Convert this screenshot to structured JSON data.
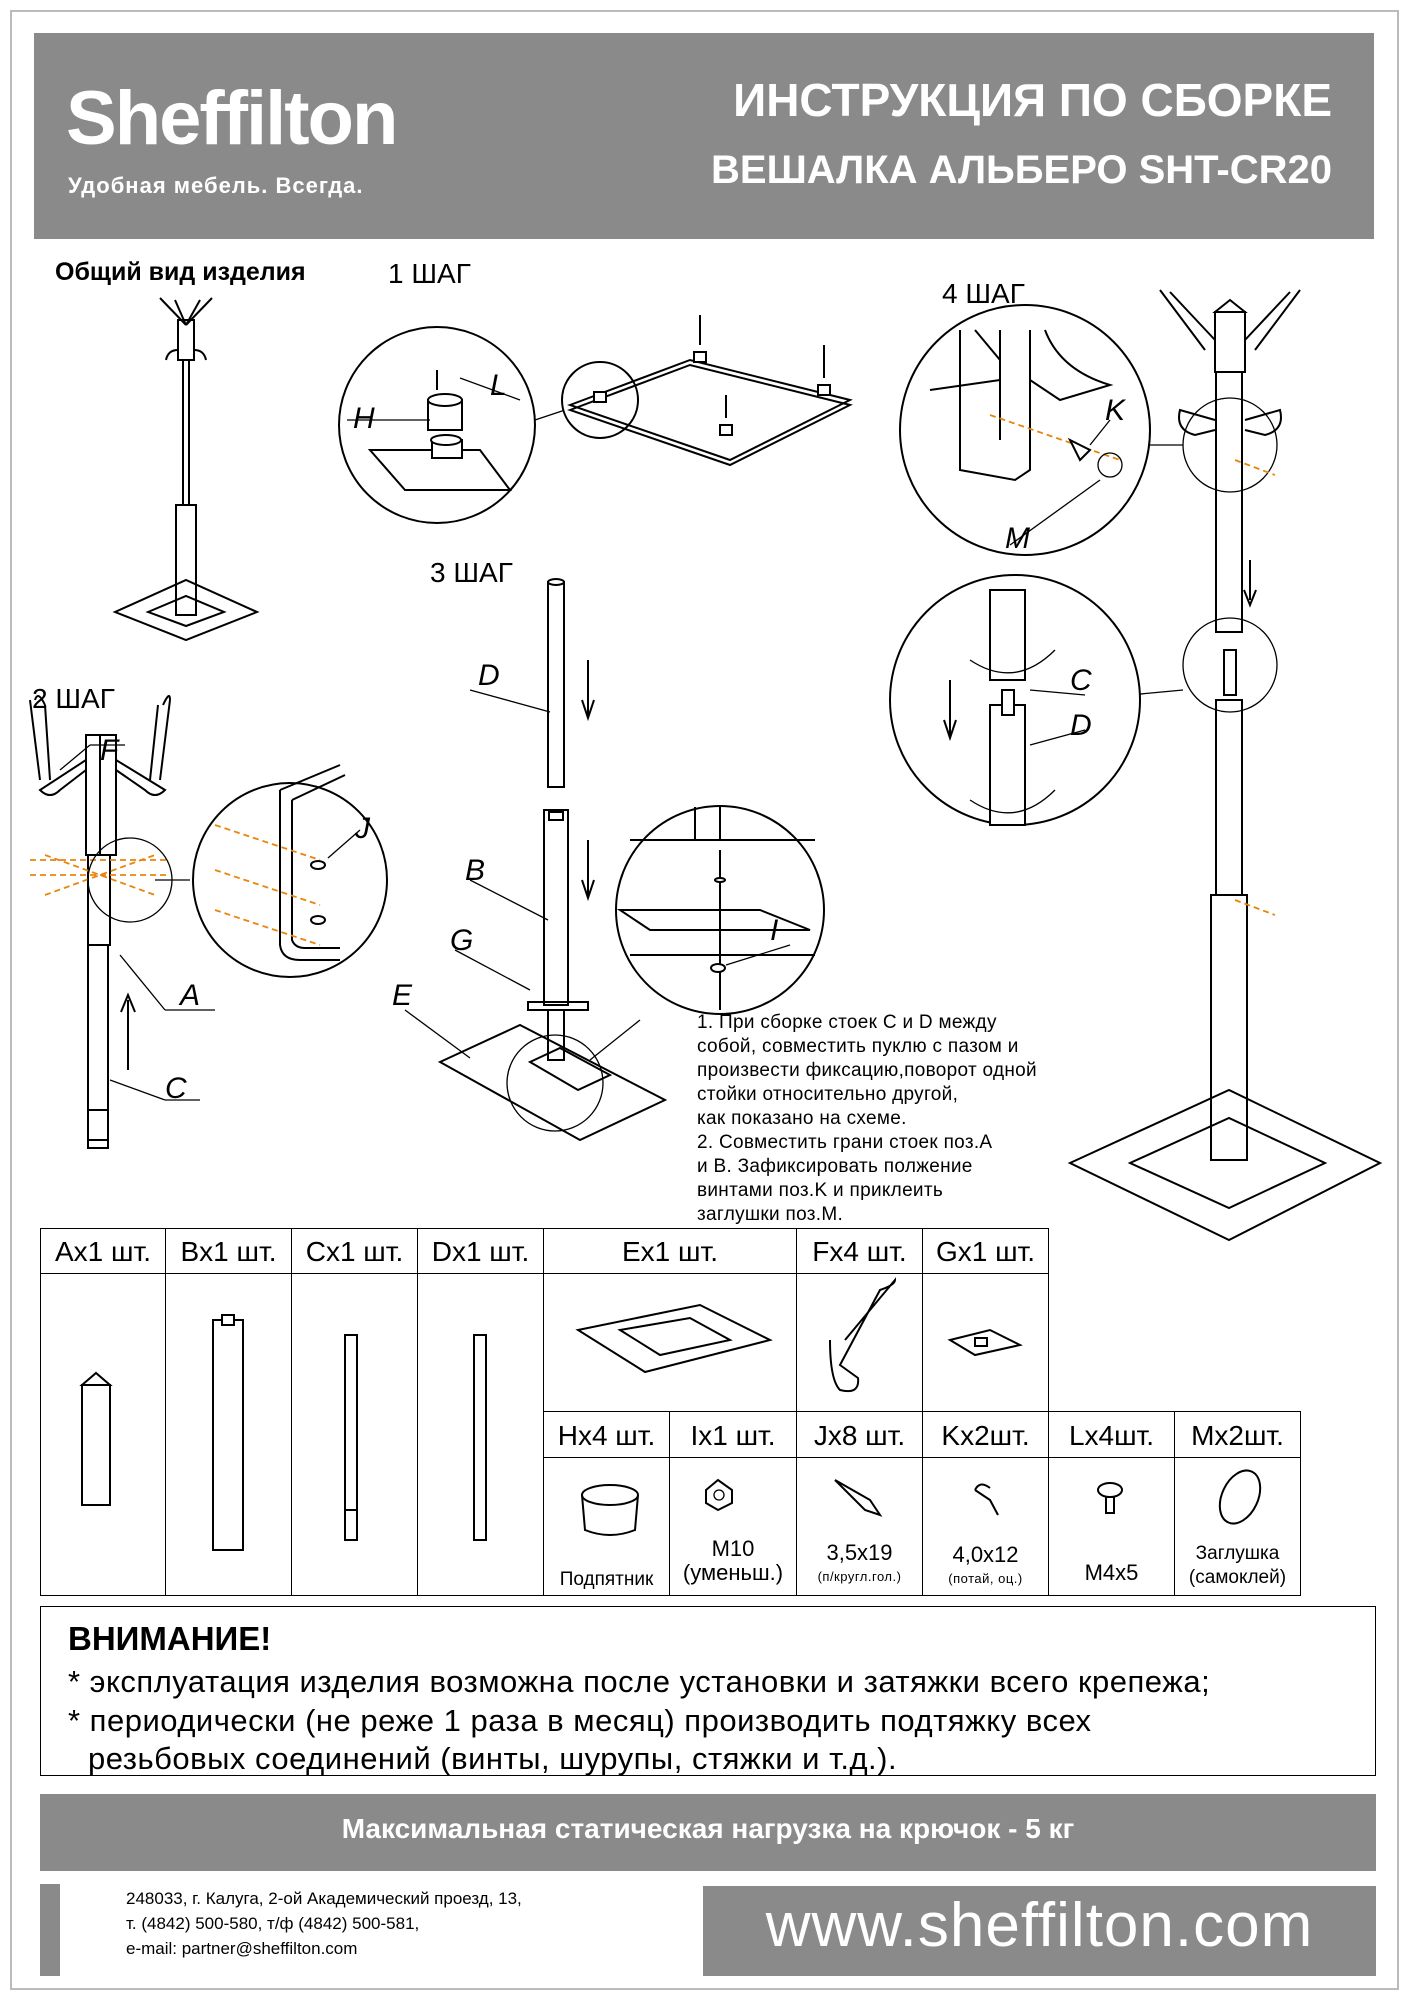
{
  "header": {
    "brand": "Sheffilton",
    "slogan": "Удобная мебель. Всегда.",
    "title": "ИНСТРУКЦИЯ ПО СБОРКЕ",
    "product": "ВЕШАЛКА АЛЬБЕРО SHT-CR20"
  },
  "sections": {
    "overview": "Общий вид изделия",
    "step1": "1 ШАГ",
    "step2": "2 ШАГ",
    "step3": "3 ШАГ",
    "step4": "4 ШАГ"
  },
  "callouts": [
    "H",
    "L",
    "F",
    "J",
    "A",
    "C",
    "D",
    "B",
    "G",
    "E",
    "I",
    "K",
    "M",
    "C",
    "D"
  ],
  "note": "1. При сборке стоек C и D между\nсобой, совместить пуклю с пазом и\nпроизвести фиксацию,поворот одной\nстойки относительно другой,\nкак показано на схеме.\n2. Совместить грани стоек поз.A\nи B. Зафиксировать полжение\nвинтами поз.K и приклеить\nзаглушки поз.M.",
  "parts_top": [
    {
      "label": "Ax1 шт."
    },
    {
      "label": "Bx1 шт."
    },
    {
      "label": "Cx1 шт."
    },
    {
      "label": "Dx1 шт."
    },
    {
      "label": "Ex1 шт."
    },
    {
      "label": "Fx4 шт."
    },
    {
      "label": "Gx1 шт."
    }
  ],
  "parts_bottom": [
    {
      "label": "Hx4 шт.",
      "desc": "Подпятник",
      "size": ""
    },
    {
      "label": "Ix1 шт.",
      "desc": "М10\n(уменьш.)",
      "size": ""
    },
    {
      "label": "Jx8 шт.",
      "desc": "3,5x19",
      "size": "(п/кругл.гол.)"
    },
    {
      "label": "Kx2шт.",
      "desc": "4,0x12",
      "size": "(потай, оц.)"
    },
    {
      "label": "Lx4шт.",
      "desc": "М4x5",
      "size": ""
    },
    {
      "label": "Mx2шт.",
      "desc": "Заглушка\n(самоклей)",
      "size": ""
    }
  ],
  "warning": {
    "title": "ВНИМАНИЕ!",
    "line1": "* эксплуатация изделия возможна после установки и затяжки всего крепежа;",
    "line2": "* периодически (не реже 1 раза в месяц) производить подтяжку всех",
    "line3": "резьбовых соединений (винты, шурупы, стяжки и т.д.)."
  },
  "load": "Максимальная статическая нагрузка на крючок - 5 кг",
  "contacts": {
    "address": "248033, г. Калуга, 2-ой Академический проезд, 13,\nт. (4842) 500-580, т/ф (4842) 500-581,\ne-mail: partner@sheffilton.com",
    "website": "www.sheffilton.com"
  },
  "colors": {
    "header": "#8a8a8a",
    "accent_lines": "#e8850b"
  }
}
